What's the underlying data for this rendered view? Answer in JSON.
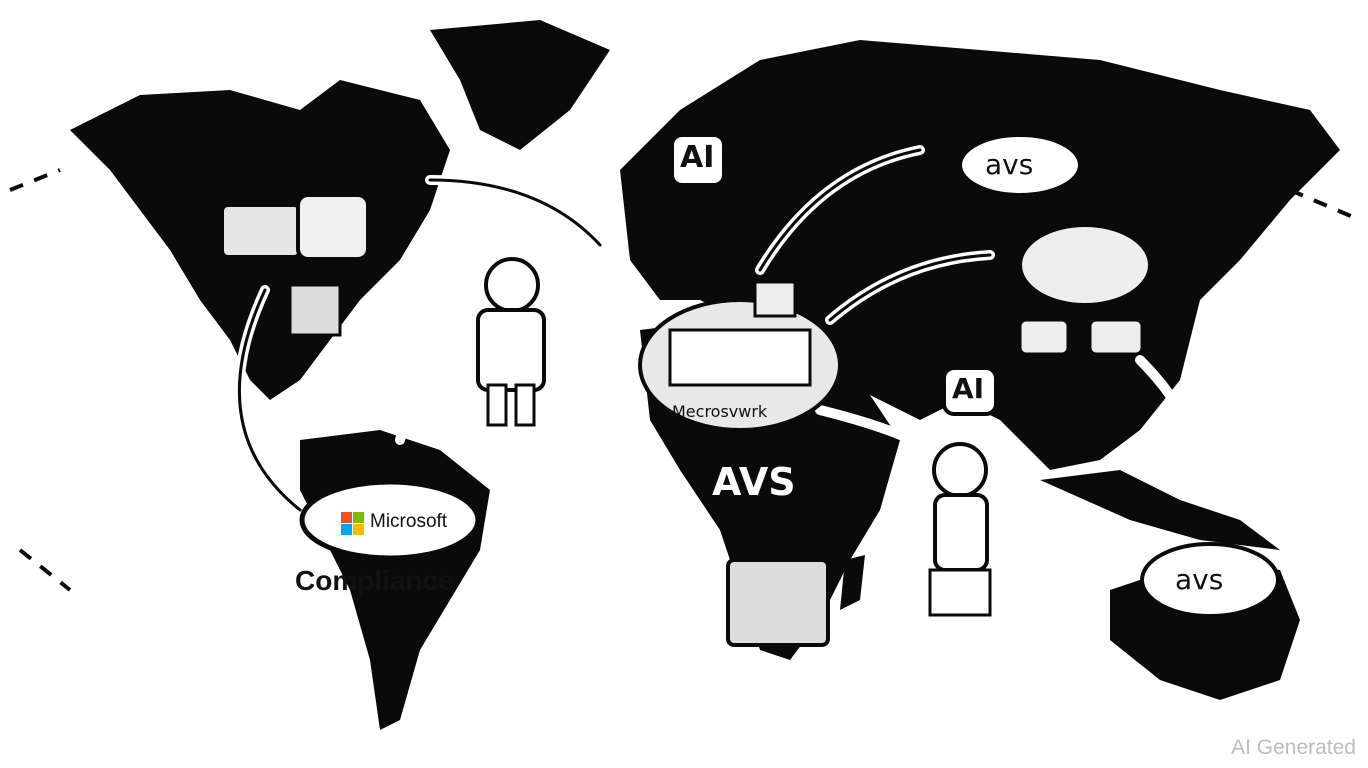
{
  "labels": {
    "ai_europe": "AI",
    "ai_asia": "AI",
    "avs_africa": "AVS",
    "avs_cloud_russia": "avs",
    "avs_cloud_australia": "avs",
    "microsoft": "Microsoft",
    "compliance": "Compliance",
    "network_banner": "Mecrosvwrk"
  },
  "watermark": "AI Generated",
  "colors": {
    "land": "#0a0a0a",
    "ocean": "#ffffff",
    "icon_fill": "#e6e6e6",
    "ms_red": "#f25022",
    "ms_green": "#7fba00",
    "ms_blue": "#00a4ef",
    "ms_yellow": "#ffb900"
  }
}
